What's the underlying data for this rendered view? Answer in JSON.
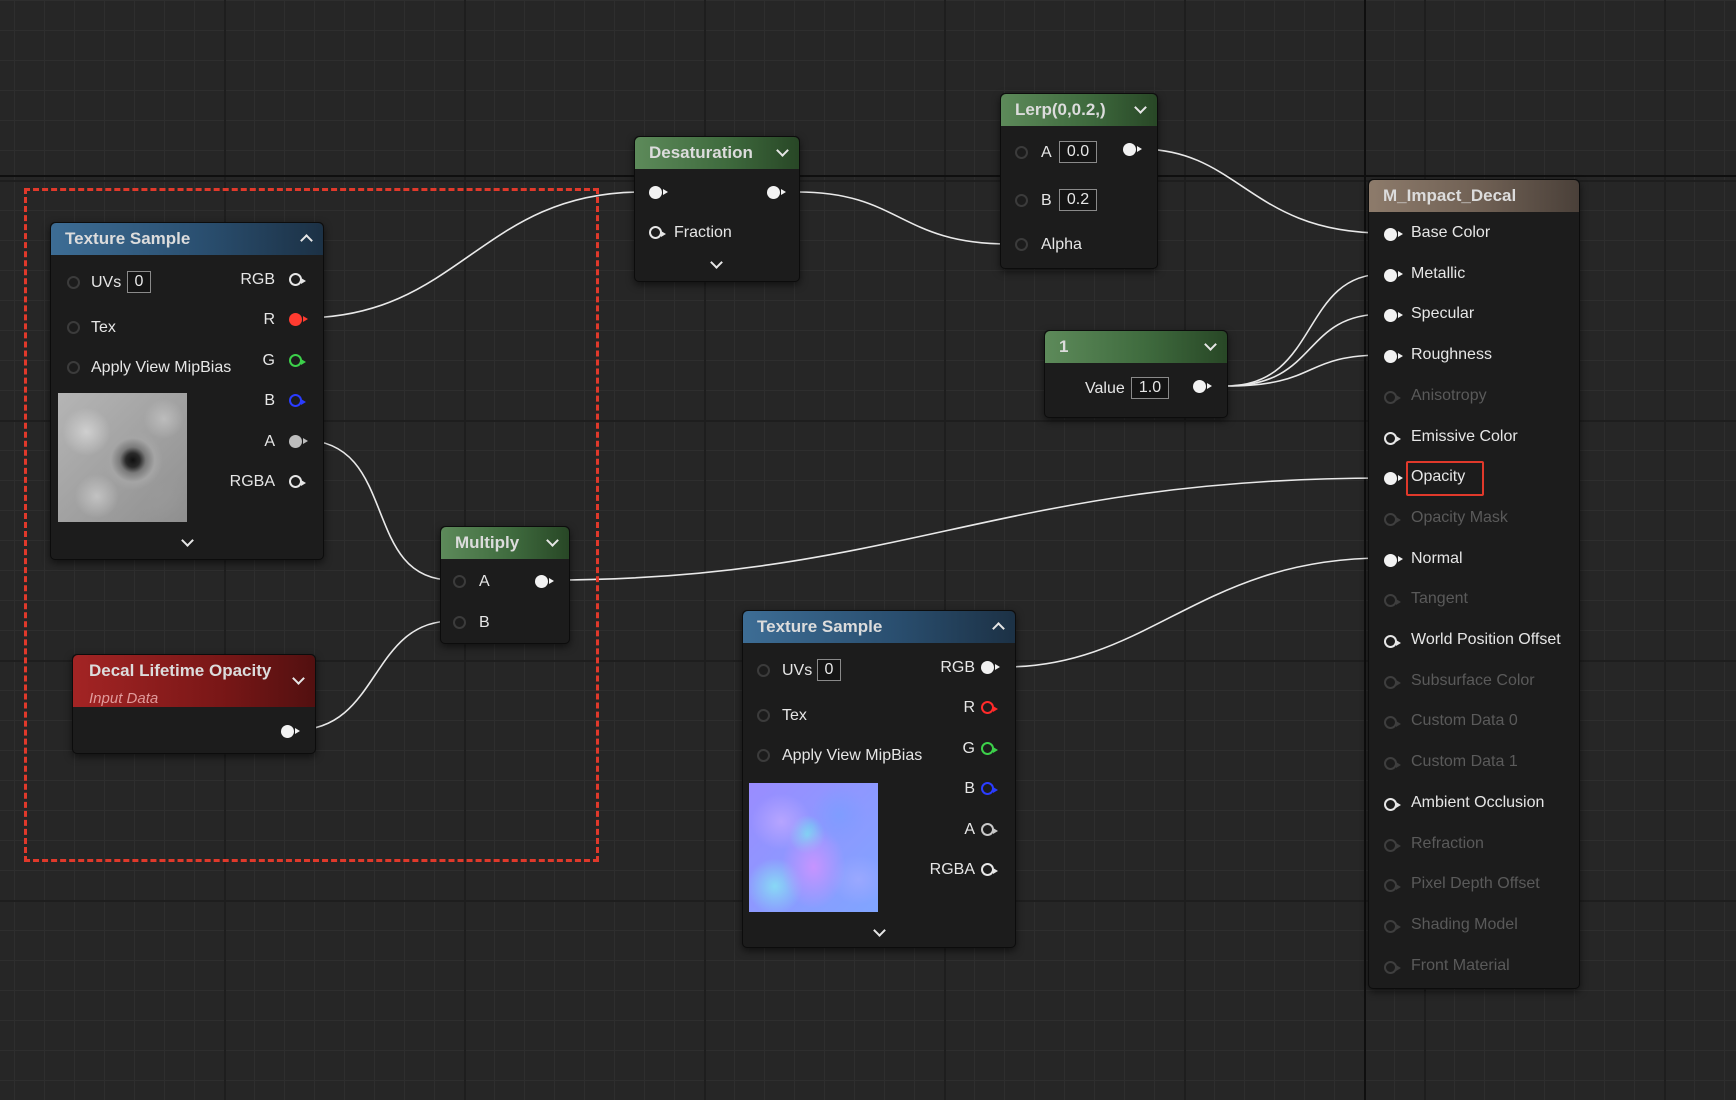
{
  "nodes": {
    "texture_sample_1": {
      "title": "Texture Sample",
      "inputs": {
        "uvs": "UVs",
        "uvs_value": "0",
        "tex": "Tex",
        "mip": "Apply View MipBias"
      },
      "outputs": {
        "rgb": "RGB",
        "r": "R",
        "g": "G",
        "b": "B",
        "a": "A",
        "rgba": "RGBA"
      }
    },
    "texture_sample_2": {
      "title": "Texture Sample",
      "inputs": {
        "uvs": "UVs",
        "uvs_value": "0",
        "tex": "Tex",
        "mip": "Apply View MipBias"
      },
      "outputs": {
        "rgb": "RGB",
        "r": "R",
        "g": "G",
        "b": "B",
        "a": "A",
        "rgba": "RGBA"
      }
    },
    "desaturation": {
      "title": "Desaturation",
      "fraction": "Fraction"
    },
    "lerp": {
      "title": "Lerp(0,0.2,)",
      "a_label": "A",
      "a_value": "0.0",
      "b_label": "B",
      "b_value": "0.2",
      "alpha": "Alpha"
    },
    "constant": {
      "title": "1",
      "value_label": "Value",
      "value": "1.0"
    },
    "multiply": {
      "title": "Multiply",
      "a": "A",
      "b": "B"
    },
    "decal_lifetime_opacity": {
      "title": "Decal Lifetime Opacity",
      "subtitle": "Input Data"
    },
    "material": {
      "title": "M_Impact_Decal",
      "pins": [
        {
          "label": "Base Color",
          "state": "connected"
        },
        {
          "label": "Metallic",
          "state": "connected"
        },
        {
          "label": "Specular",
          "state": "connected"
        },
        {
          "label": "Roughness",
          "state": "connected"
        },
        {
          "label": "Anisotropy",
          "state": "disabled"
        },
        {
          "label": "Emissive Color",
          "state": "available"
        },
        {
          "label": "Opacity",
          "state": "connected"
        },
        {
          "label": "Opacity Mask",
          "state": "disabled"
        },
        {
          "label": "Normal",
          "state": "connected"
        },
        {
          "label": "Tangent",
          "state": "disabled"
        },
        {
          "label": "World Position Offset",
          "state": "available"
        },
        {
          "label": "Subsurface Color",
          "state": "disabled"
        },
        {
          "label": "Custom Data 0",
          "state": "disabled"
        },
        {
          "label": "Custom Data 1",
          "state": "disabled"
        },
        {
          "label": "Ambient Occlusion",
          "state": "available"
        },
        {
          "label": "Refraction",
          "state": "disabled"
        },
        {
          "label": "Pixel Depth Offset",
          "state": "disabled"
        },
        {
          "label": "Shading Model",
          "state": "disabled"
        },
        {
          "label": "Front Material",
          "state": "disabled"
        }
      ]
    }
  },
  "colors": {
    "selection": "#e0392b",
    "wire": "#e9e9e9"
  }
}
